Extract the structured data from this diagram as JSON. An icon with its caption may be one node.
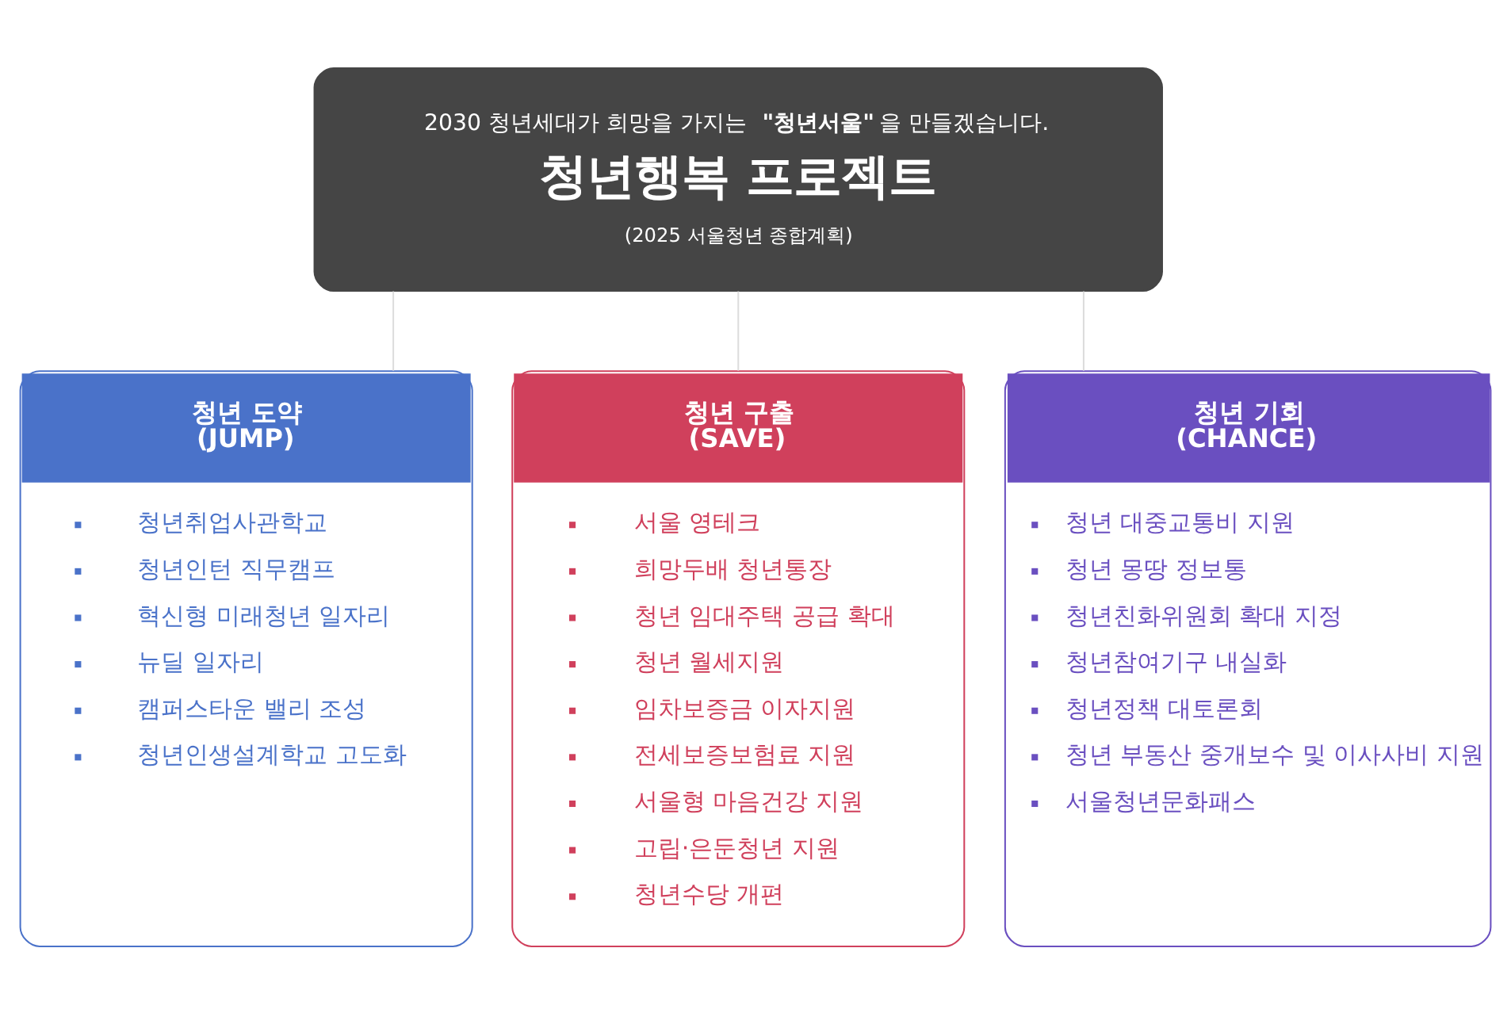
{
  "diagram": {
    "nodes": [
      {
        "text": [
          "2030 청년세대가 희망을 가지는 **\"청년서울\"**을 만들겠습니다.",
          "청년행복 프로젝트",
          "(2025 서울청년 종합계획)"
        ]
      },
      {
        "text": [
          "청년 도약 (JUMP)",
          "청년취업사관학교",
          "청년인턴 직무캠프",
          "혁신형 미래청년 일자리",
          "뉴딜 일자리",
          "캠퍼스타운 밸리 조성",
          "청년인생설계학교 고도화"
        ]
      },
      {
        "text": [
          "청년 구출 (SAVE)",
          "서울 영테크",
          "희망두배 청년통장",
          "청년 임대주택 공급 확대",
          "청년 월세지원",
          "임차보증금 이자지원",
          "전세보증보험료 지원",
          "서울형 마음건강 지원",
          "고립·은둔청년 지원",
          "청년수당 개편"
        ]
      },
      {
        "text": [
          "청년 기회 (CHANCE)",
          "청년 대중교통비 지원",
          "청년 몽땅 정보통",
          "청년친화위원회 확대 지정",
          "청년참여기구 내실화",
          "청년정책 대토론회",
          "청년 부동산 중개보수 및 이사사비 지원",
          "서울청년문화패스"
        ]
      }
    ],
    "edges": [
      {
        "from": 0,
        "to": 1,
        "arrow": "none"
      },
      {
        "from": 0,
        "to": 2,
        "arrow": "none"
      },
      {
        "from": 0,
        "to": 3,
        "arrow": "none"
      }
    ]
  }
}
